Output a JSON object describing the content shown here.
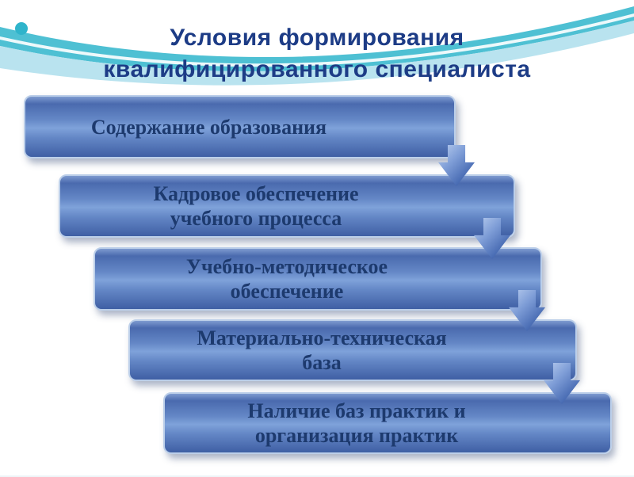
{
  "title": {
    "line1": "Условия формирования",
    "line2": "квалифицированного специалиста"
  },
  "steps": [
    {
      "line1": "Содержание образования",
      "line2": ""
    },
    {
      "line1": "Кадровое обеспечение",
      "line2": "учебного процесса"
    },
    {
      "line1": "Учебно-методическое",
      "line2": "обеспечение"
    },
    {
      "line1": "Материально-техническая",
      "line2": "база"
    },
    {
      "line1": "Наличие баз практик и",
      "line2": "организация практик"
    }
  ],
  "icons": [
    {
      "name": "down-arrow-connector",
      "count": 4
    },
    {
      "name": "teal-dot-decoration",
      "count": 1
    },
    {
      "name": "wave-swoosh-decoration",
      "count": 1
    }
  ],
  "colors": {
    "title_text": "#1d3c86",
    "box_text": "#1d3a6e",
    "box_gradient_top": "#7e9bd0",
    "box_gradient_mid": "#7fa2da",
    "box_gradient_bottom": "#3f5fa4",
    "box_border": "#bccfe9",
    "arrow_blue": "#3a5ea9",
    "accent_teal": "#36b7cd",
    "accent_light_cyan": "#b5e2ee",
    "background": "#ffffff"
  }
}
